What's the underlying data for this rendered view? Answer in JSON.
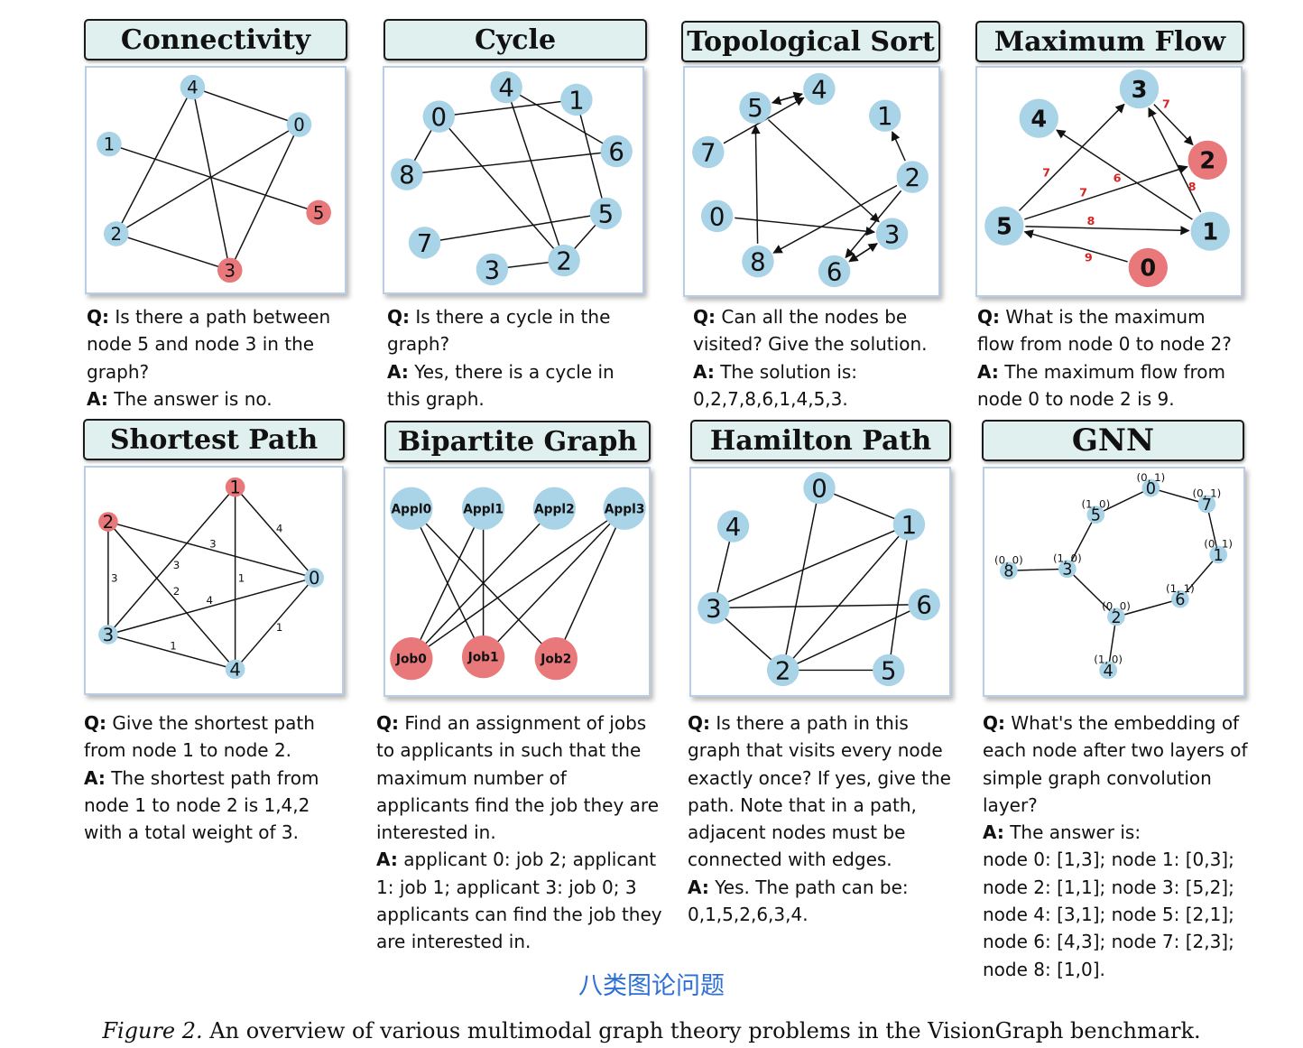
{
  "panels": [
    {
      "id": "connectivity",
      "title": "Connectivity",
      "q_prefix": "Q:",
      "question": " Is there a path between node 5 and node 3 in the graph?",
      "a_prefix": "A:",
      "answer": " The answer is no.",
      "nodes": [
        {
          "id": "4",
          "label": "4",
          "color": "light"
        },
        {
          "id": "1",
          "label": "1",
          "color": "light"
        },
        {
          "id": "0",
          "label": "0",
          "color": "light"
        },
        {
          "id": "5",
          "label": "5",
          "color": "red"
        },
        {
          "id": "2",
          "label": "2",
          "color": "light"
        },
        {
          "id": "3",
          "label": "3",
          "color": "red"
        }
      ],
      "edges": [
        [
          "4",
          "2"
        ],
        [
          "4",
          "3"
        ],
        [
          "4",
          "0"
        ],
        [
          "1",
          "5"
        ],
        [
          "2",
          "0"
        ],
        [
          "2",
          "3"
        ],
        [
          "0",
          "3"
        ]
      ]
    },
    {
      "id": "cycle",
      "title": "Cycle",
      "q_prefix": "Q:",
      "question": " Is there a cycle in the graph?",
      "a_prefix": "A:",
      "answer": " Yes, there is a cycle in this graph.",
      "nodes": [
        {
          "id": "4",
          "label": "4",
          "color": "light"
        },
        {
          "id": "1",
          "label": "1",
          "color": "light"
        },
        {
          "id": "0",
          "label": "0",
          "color": "light"
        },
        {
          "id": "6",
          "label": "6",
          "color": "light"
        },
        {
          "id": "8",
          "label": "8",
          "color": "light"
        },
        {
          "id": "5",
          "label": "5",
          "color": "light"
        },
        {
          "id": "7",
          "label": "7",
          "color": "light"
        },
        {
          "id": "3",
          "label": "3",
          "color": "light"
        },
        {
          "id": "2",
          "label": "2",
          "color": "light"
        }
      ],
      "edges": [
        [
          "0",
          "1"
        ],
        [
          "0",
          "8"
        ],
        [
          "0",
          "2"
        ],
        [
          "4",
          "6"
        ],
        [
          "4",
          "2"
        ],
        [
          "1",
          "5"
        ],
        [
          "8",
          "6"
        ],
        [
          "7",
          "5"
        ],
        [
          "3",
          "2"
        ],
        [
          "2",
          "5"
        ]
      ]
    },
    {
      "id": "topological-sort",
      "title": "Topological Sort",
      "q_prefix": "Q:",
      "question": " Can all the nodes be visited? Give the solution.",
      "a_prefix": "A:",
      "answer": " The solution is: 0,2,7,8,6,1,4,5,3.",
      "nodes": [
        {
          "id": "5",
          "label": "5",
          "color": "light"
        },
        {
          "id": "4",
          "label": "4",
          "color": "light"
        },
        {
          "id": "1",
          "label": "1",
          "color": "light"
        },
        {
          "id": "7",
          "label": "7",
          "color": "light"
        },
        {
          "id": "2",
          "label": "2",
          "color": "light"
        },
        {
          "id": "0",
          "label": "0",
          "color": "light"
        },
        {
          "id": "3",
          "label": "3",
          "color": "light"
        },
        {
          "id": "8",
          "label": "8",
          "color": "light"
        },
        {
          "id": "6",
          "label": "6",
          "color": "light"
        }
      ],
      "edges": [
        [
          "5",
          "4"
        ],
        [
          "4",
          "5"
        ],
        [
          "7",
          "4"
        ],
        [
          "8",
          "5"
        ],
        [
          "5",
          "3"
        ],
        [
          "0",
          "3"
        ],
        [
          "2",
          "1"
        ],
        [
          "2",
          "8"
        ],
        [
          "2",
          "6"
        ],
        [
          "6",
          "3"
        ],
        [
          "3",
          "6"
        ]
      ]
    },
    {
      "id": "maximum-flow",
      "title": "Maximum Flow",
      "q_prefix": "Q:",
      "question": " What is the maximum flow from node 0 to node 2?",
      "a_prefix": "A:",
      "answer": " The maximum flow from node 0 to node 2 is 9.",
      "nodes": [
        {
          "id": "3",
          "label": "3",
          "color": "light"
        },
        {
          "id": "4",
          "label": "4",
          "color": "light"
        },
        {
          "id": "2",
          "label": "2",
          "color": "red"
        },
        {
          "id": "5",
          "label": "5",
          "color": "light"
        },
        {
          "id": "1",
          "label": "1",
          "color": "light"
        },
        {
          "id": "0",
          "label": "0",
          "color": "red"
        }
      ],
      "edges": [
        {
          "from": "3",
          "to": "2",
          "w": "7"
        },
        {
          "from": "1",
          "to": "4",
          "w": "6"
        },
        {
          "from": "5",
          "to": "3",
          "w": "7"
        },
        {
          "from": "1",
          "to": "3",
          "w": "8"
        },
        {
          "from": "5",
          "to": "2",
          "w": "7"
        },
        {
          "from": "5",
          "to": "1",
          "w": "8"
        },
        {
          "from": "0",
          "to": "5",
          "w": "9"
        }
      ]
    },
    {
      "id": "shortest-path",
      "title": "Shortest Path",
      "q_prefix": "Q:",
      "question": " Give the shortest path from node 1 to node 2.",
      "a_prefix": "A:",
      "answer": " The shortest path from node 1 to node 2 is 1,4,2 with a total weight of 3.",
      "nodes": [
        {
          "id": "1",
          "label": "1",
          "color": "red"
        },
        {
          "id": "2",
          "label": "2",
          "color": "red"
        },
        {
          "id": "0",
          "label": "0",
          "color": "light"
        },
        {
          "id": "3",
          "label": "3",
          "color": "light"
        },
        {
          "id": "4",
          "label": "4",
          "color": "light"
        }
      ],
      "edges": [
        {
          "from": "1",
          "to": "0",
          "w": "4"
        },
        {
          "from": "1",
          "to": "4",
          "w": "1"
        },
        {
          "from": "1",
          "to": "3",
          "w": "3"
        },
        {
          "from": "2",
          "to": "0",
          "w": "3"
        },
        {
          "from": "2",
          "to": "3",
          "w": "3"
        },
        {
          "from": "2",
          "to": "4",
          "w": "2"
        },
        {
          "from": "3",
          "to": "0",
          "w": "4"
        },
        {
          "from": "3",
          "to": "4",
          "w": "1"
        },
        {
          "from": "0",
          "to": "4",
          "w": "1"
        }
      ]
    },
    {
      "id": "bipartite-graph",
      "title": "Bipartite Graph",
      "q_prefix": "Q:",
      "question": " Find an assignment of jobs to applicants in such that the maximum number of applicants find the job they are interested in.",
      "a_prefix": "A:",
      "answer": " applicant 0: job 2; applicant 1: job 1; applicant 3: job 0; 3 applicants can find the job they are interested in.",
      "nodes": [
        {
          "id": "A0",
          "label": "Appl0",
          "color": "light"
        },
        {
          "id": "A1",
          "label": "Appl1",
          "color": "light"
        },
        {
          "id": "A2",
          "label": "Appl2",
          "color": "light"
        },
        {
          "id": "A3",
          "label": "Appl3",
          "color": "light"
        },
        {
          "id": "J0",
          "label": "Job0",
          "color": "red"
        },
        {
          "id": "J1",
          "label": "Job1",
          "color": "red"
        },
        {
          "id": "J2",
          "label": "Job2",
          "color": "red"
        }
      ],
      "edges": [
        [
          "A0",
          "J1"
        ],
        [
          "A0",
          "J2"
        ],
        [
          "A1",
          "J0"
        ],
        [
          "A1",
          "J1"
        ],
        [
          "A2",
          "J0"
        ],
        [
          "A3",
          "J0"
        ],
        [
          "A3",
          "J1"
        ],
        [
          "A3",
          "J2"
        ]
      ]
    },
    {
      "id": "hamilton-path",
      "title": "Hamilton Path",
      "q_prefix": "Q:",
      "question": " Is there a path in this graph that visits every node exactly once? If yes, give the path. Note that in a path, adjacent nodes must be connected with edges.",
      "a_prefix": "A:",
      "answer": " Yes. The path can be: 0,1,5,2,6,3,4.",
      "nodes": [
        {
          "id": "0",
          "label": "0",
          "color": "light"
        },
        {
          "id": "4",
          "label": "4",
          "color": "light"
        },
        {
          "id": "1",
          "label": "1",
          "color": "light"
        },
        {
          "id": "3",
          "label": "3",
          "color": "light"
        },
        {
          "id": "6",
          "label": "6",
          "color": "light"
        },
        {
          "id": "2",
          "label": "2",
          "color": "light"
        },
        {
          "id": "5",
          "label": "5",
          "color": "light"
        }
      ],
      "edges": [
        [
          "0",
          "1"
        ],
        [
          "0",
          "2"
        ],
        [
          "4",
          "3"
        ],
        [
          "1",
          "3"
        ],
        [
          "1",
          "2"
        ],
        [
          "1",
          "5"
        ],
        [
          "3",
          "6"
        ],
        [
          "3",
          "2"
        ],
        [
          "2",
          "6"
        ],
        [
          "2",
          "5"
        ]
      ]
    },
    {
      "id": "gnn",
      "title": "GNN",
      "q_prefix": "Q:",
      "question": " What's the embedding of each node after two layers of simple graph convolution layer?",
      "a_prefix": "A:",
      "answer_lines": [
        " The answer is:",
        "node 0: [1,3]; node 1: [0,3];",
        "node 2: [1,1]; node 3: [5,2];",
        "node 4: [3,1]; node 5: [2,1];",
        "node 6: [4,3]; node 7: [2,3];",
        "node 8: [1,0]."
      ],
      "nodes": [
        {
          "id": "0",
          "label": "0",
          "feat": "(0, 1)"
        },
        {
          "id": "5",
          "label": "5",
          "feat": "(1, 0)"
        },
        {
          "id": "7",
          "label": "7",
          "feat": "(0, 1)"
        },
        {
          "id": "1",
          "label": "1",
          "feat": "(0, 1)"
        },
        {
          "id": "8",
          "label": "8",
          "feat": "(0, 0)"
        },
        {
          "id": "3",
          "label": "3",
          "feat": "(1, 0)"
        },
        {
          "id": "6",
          "label": "6",
          "feat": "(1, 1)"
        },
        {
          "id": "2",
          "label": "2",
          "feat": "(0, 0)"
        },
        {
          "id": "4",
          "label": "4",
          "feat": "(1, 0)"
        }
      ],
      "edges": [
        [
          "0",
          "5"
        ],
        [
          "0",
          "7"
        ],
        [
          "7",
          "1"
        ],
        [
          "1",
          "6"
        ],
        [
          "6",
          "2"
        ],
        [
          "2",
          "4"
        ],
        [
          "2",
          "3"
        ],
        [
          "3",
          "5"
        ],
        [
          "3",
          "8"
        ]
      ]
    }
  ],
  "chinese_caption": "八类图论问题",
  "figure_caption_label": "Figure 2.",
  "figure_caption_text": " An overview of various multimodal graph theory problems in the VisionGraph benchmark.",
  "colors": {
    "node_light": "#a9d3e6",
    "node_red": "#e9787a",
    "edge_weight_red": "#d82424",
    "cn_caption": "#2d6fd6"
  }
}
